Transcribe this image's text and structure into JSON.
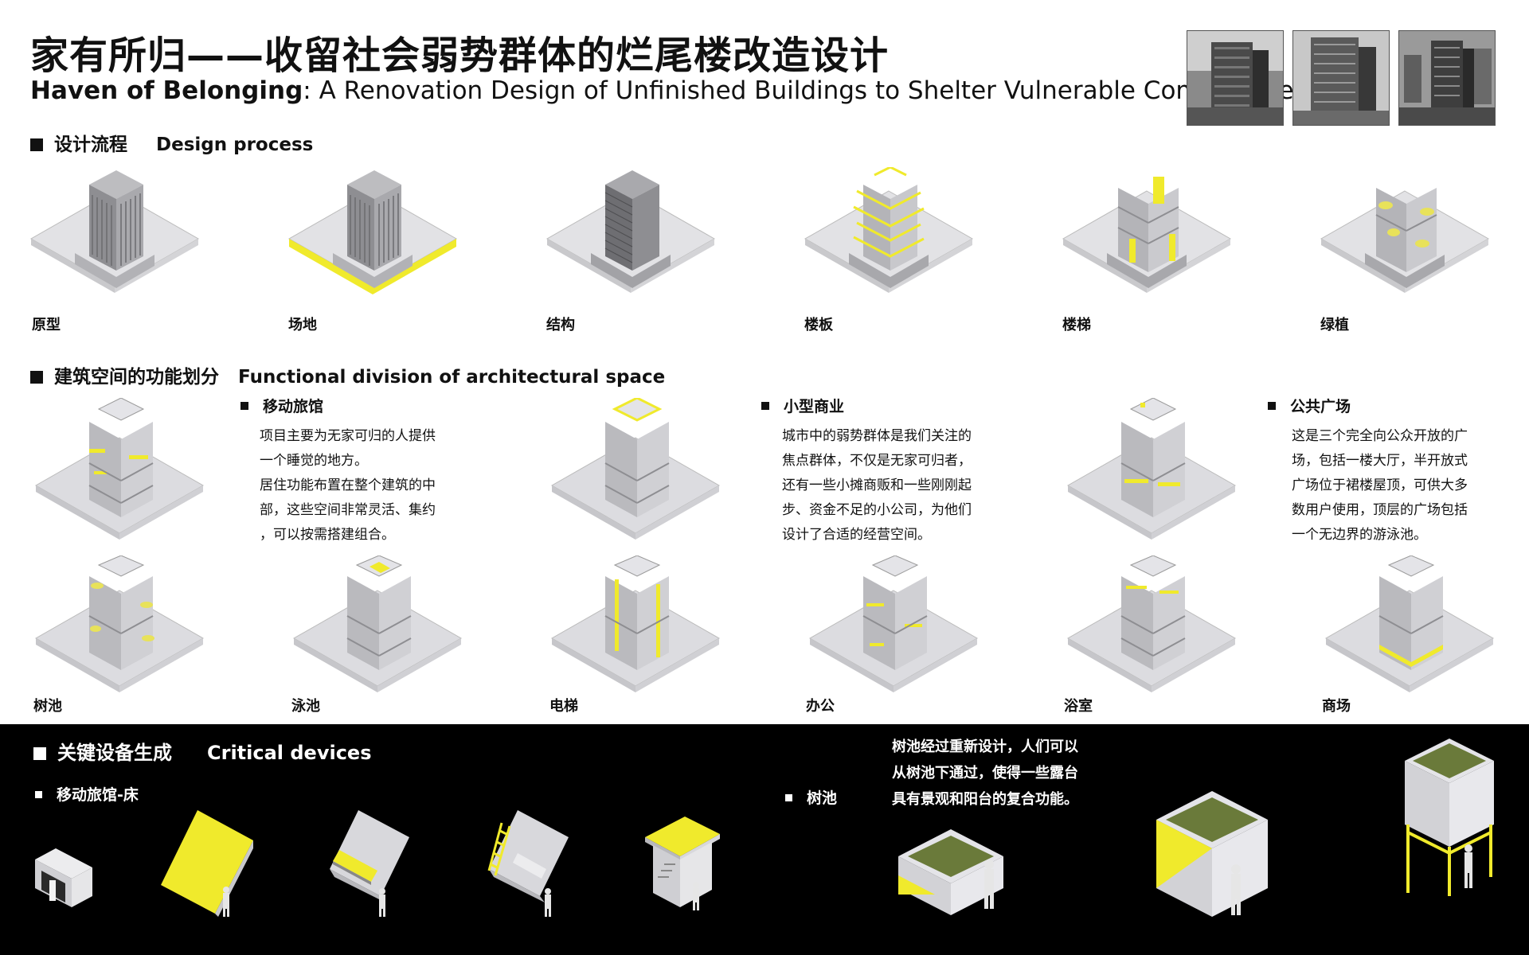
{
  "title": {
    "zh": "家有所归——收留社会弱势群体的烂尾楼改造设计",
    "en_bold": "Haven of Belonging",
    "en_rest": ": A Renovation Design of Unfinished Buildings to Shelter Vulnerable Communities"
  },
  "design_process": {
    "title_zh": "设计流程",
    "title_en": "Design process",
    "steps": [
      "原型",
      "场地",
      "结构",
      "楼板",
      "楼梯",
      "绿植"
    ]
  },
  "functional": {
    "title_zh": "建筑空间的功能划分",
    "title_en": "Functional division of architectural space",
    "blocks": [
      {
        "title": "移动旅馆",
        "lines": [
          "项目主要为无家可归的人提供",
          "一个睡觉的地方。",
          "居住功能布置在整个建筑的中",
          "部，这些空间非常灵活、集约",
          "，可以按需搭建组合。"
        ]
      },
      {
        "title": "小型商业",
        "lines": [
          "城市中的弱势群体是我们关注的",
          "焦点群体，不仅是无家可归者，",
          "还有一些小摊商贩和一些刚刚起",
          "步、资金不足的小公司，为他们",
          "设计了合适的经营空间。"
        ]
      },
      {
        "title": "公共广场",
        "lines": [
          "这是三个完全向公众开放的广",
          "场，包括一楼大厅，半开放式",
          "广场位于裙楼屋顶，可供大多",
          "数用户使用，顶层的广场包括",
          "一个无边界的游泳池。"
        ]
      }
    ],
    "labels": [
      "树池",
      "泳池",
      "电梯",
      "办公",
      "浴室",
      "商场"
    ]
  },
  "critical": {
    "title_zh": "关键设备生成",
    "title_en": "Critical devices",
    "sub_bed": "移动旅馆-床",
    "sub_tree": "树池",
    "tree_desc": [
      "树池经过重新设计，人们可以",
      "从树池下通过，使得一些露台",
      "具有景观和阳台的复合功能。"
    ]
  },
  "colors": {
    "accent": "#f0ea2c",
    "dark_bg": "#000000",
    "model_gray": "#d9d9dd"
  },
  "icons": [
    "building-photo",
    "isometric-model",
    "bed-device",
    "tree-pool-device",
    "person-figure"
  ]
}
